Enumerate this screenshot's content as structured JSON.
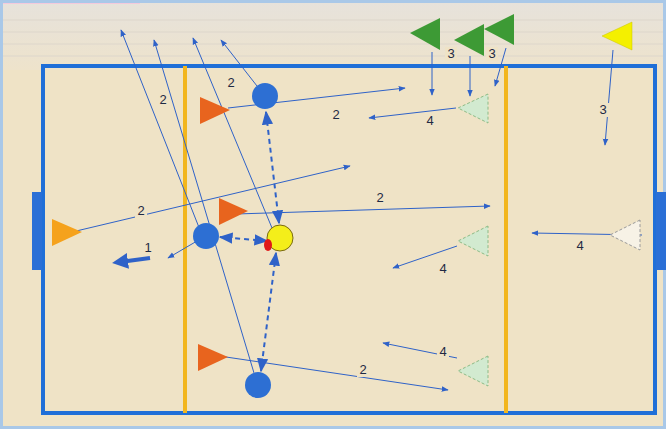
{
  "diagram": {
    "labels": [
      "3",
      "3",
      "2",
      "2",
      "3",
      "2",
      "4",
      "2",
      "2",
      "4",
      "1",
      "4",
      "4",
      "2"
    ]
  }
}
